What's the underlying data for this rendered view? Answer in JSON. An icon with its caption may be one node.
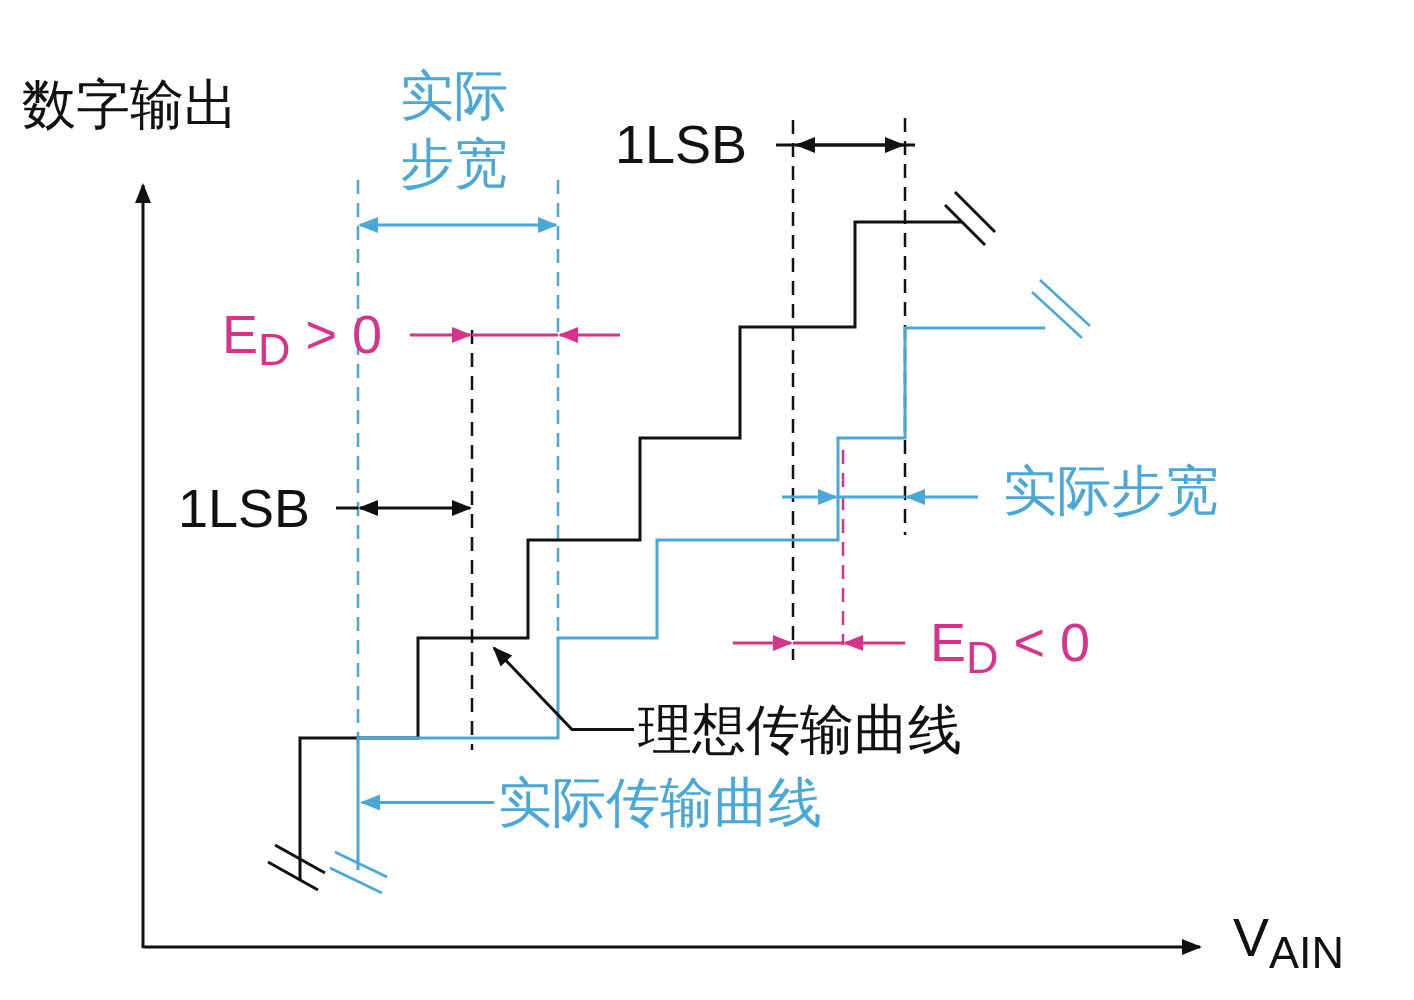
{
  "diagram": {
    "nodes": [
      {
        "text": [
          "理想传输曲线"
        ]
      },
      {
        "text": [
          "实际传输曲线"
        ]
      }
    ],
    "edges": [
      {
        "from": 0,
        "to": null,
        "arrow": "to"
      },
      {
        "from": 1,
        "to": null,
        "arrow": "to",
        "color": "#4aa8d8"
      }
    ],
    "labels": [
      "数字输出",
      "实际步宽",
      "1LSB",
      "E$_{D}$ > 0",
      "1LSB",
      "实际步宽",
      "E$_{D}$ < 0",
      "V$_{AIN}$"
    ]
  }
}
